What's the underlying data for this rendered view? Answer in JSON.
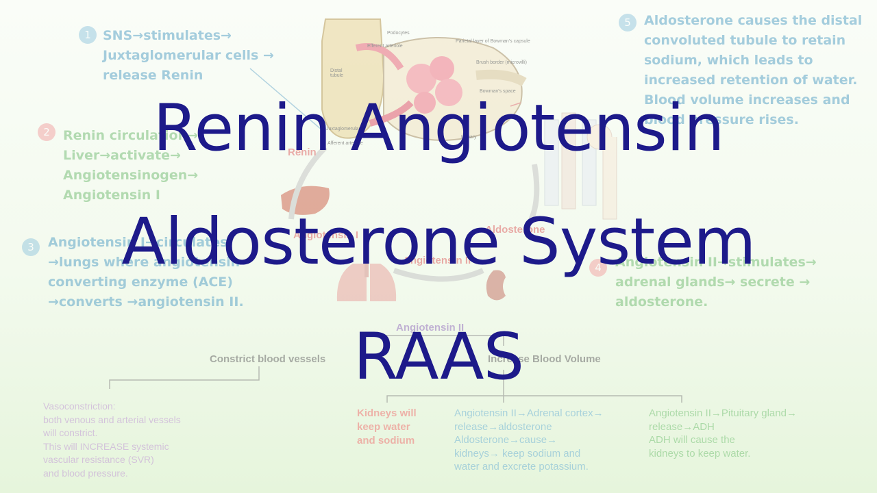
{
  "title": {
    "line1": "Renin Angiotensin",
    "line2": "Aldosterone System",
    "line3": "RAAS"
  },
  "steps": [
    {
      "number": "1",
      "lines": [
        "SNS→stimulates→",
        "Juxtaglomerular cells →",
        "release Renin"
      ]
    },
    {
      "number": "2",
      "lines": [
        "Renin circulation→",
        "Liver→activate→",
        "Angiotensinogen→",
        "Angiotensin I"
      ]
    },
    {
      "number": "3",
      "lines": [
        "Angiotensin I→circulates",
        "→lungs where angiotensin",
        "converting enzyme (ACE)",
        "→converts →angiotensin II."
      ]
    },
    {
      "number": "4",
      "lines": [
        "Angiotensin II→stimulates→",
        "adrenal glands→ secrete →",
        "aldosterone."
      ]
    },
    {
      "number": "5",
      "lines": [
        "Aldosterone causes the distal",
        "convoluted tubule to retain",
        "sodium, which leads to",
        "increased retention of water.",
        "Blood volume increases and",
        "blood pressure rises."
      ]
    }
  ],
  "organ_labels": {
    "renin": "Renin",
    "angiotensin_i": "Angiotensin I",
    "angiotensin_ii": "Angiotensin II",
    "aldosterone": "Aldosterone"
  },
  "flow": {
    "top": "Angiotensin II",
    "left": "Constrict blood vessels",
    "right": "Increase Blood Volume"
  },
  "notes": {
    "vasoconstriction": [
      "Vasoconstriction:",
      "both venous and arterial vessels",
      "will constrict.",
      "This will INCREASE systemic",
      "vascular resistance (SVR)",
      "and blood pressure."
    ],
    "kidneys": [
      "Kidneys will",
      "keep water",
      "and sodium"
    ],
    "adrenal": [
      "Angiotensin II→Adrenal cortex→",
      "release→aldosterone",
      "Aldosterone→cause→",
      "kidneys→ keep sodium and",
      "water and excrete potassium."
    ],
    "pituitary": [
      "Angiotensin II→Pituitary gland→",
      "release→ADH",
      "ADH will cause the",
      "kidneys to keep water."
    ]
  },
  "nephron_labels": [
    "Podocytes",
    "Parietal layer of Bowman's capsule",
    "Efferent arteriole",
    "Distal tubule",
    "Brush border (microvilli)",
    "Bowman's space",
    "Juxtaglomerular",
    "Afferent arteriole",
    "Urinary"
  ],
  "colors": {
    "title": "#1d1a8a",
    "blue_text": "#5fa6c8",
    "green_text": "#7cc07c",
    "red_label": "#e06a6a",
    "purple_text": "#c29ad6"
  }
}
